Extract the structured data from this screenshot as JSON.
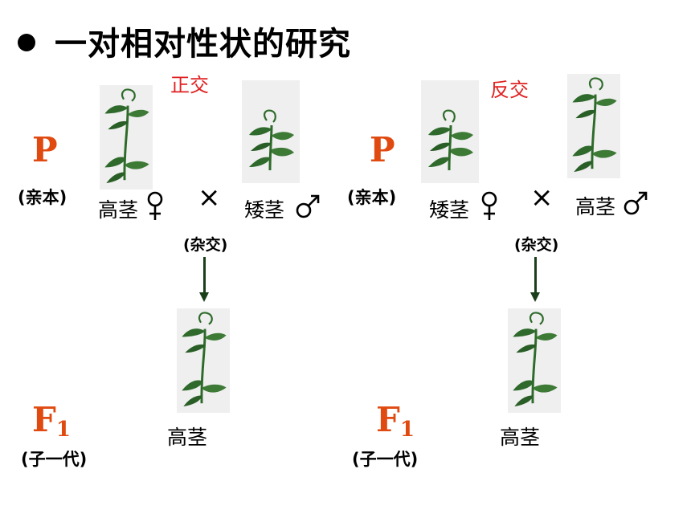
{
  "title": "一对相对性状的研究",
  "left": {
    "cross_type": "正交",
    "p_label": "P",
    "p_note": "(亲本)",
    "mother": "高茎",
    "father": "矮茎",
    "cross_symbol": "×",
    "process": "(杂交)",
    "f1_label": "F",
    "f1_sub": "1",
    "f1_note": "(子一代)",
    "offspring": "高茎"
  },
  "right": {
    "cross_type": "反交",
    "p_label": "P",
    "p_note": "(亲本)",
    "mother": "矮茎",
    "father": "高茎",
    "cross_symbol": "×",
    "process": "(杂交)",
    "f1_label": "F",
    "f1_sub": "1",
    "f1_note": "(子一代)",
    "offspring": "高茎"
  },
  "colors": {
    "heading_red": "#e02020",
    "generation_orange": "#e04a10",
    "leaf_green": "#2e6b2a",
    "arrow_green": "#1a3f1a"
  }
}
